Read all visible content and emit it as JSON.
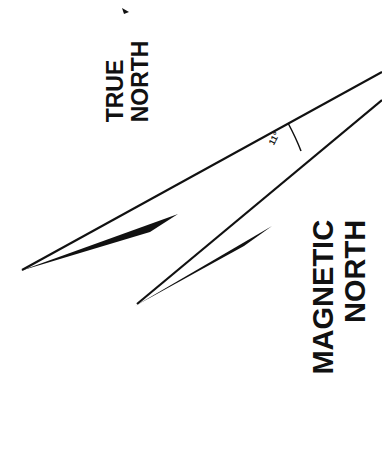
{
  "diagram": {
    "labels": [
      "TRUE NORTH",
      "MAGNETIC NORTH",
      "11°"
    ]
  }
}
